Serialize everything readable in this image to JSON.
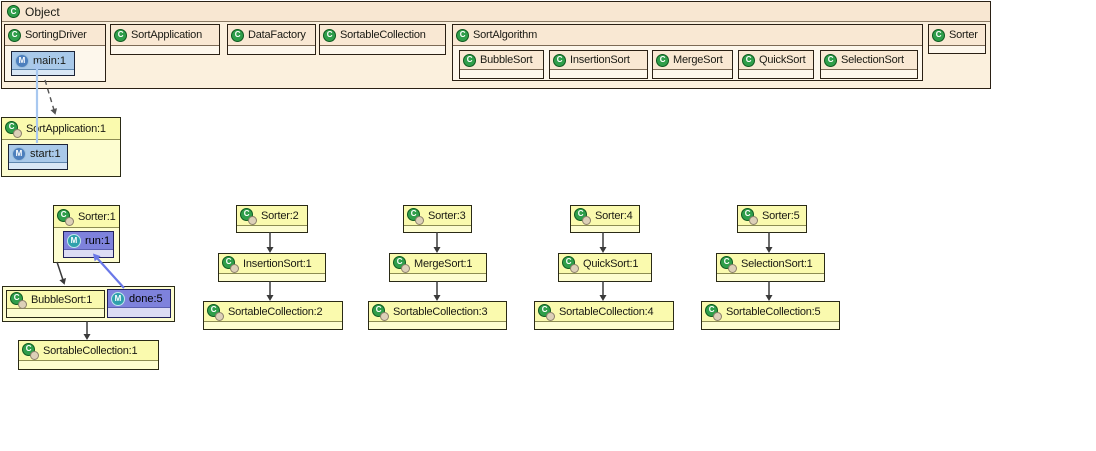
{
  "object_panel": {
    "title": "Object",
    "classes": [
      {
        "label": "SortingDriver",
        "methods": [
          {
            "label": "main:1"
          }
        ]
      },
      {
        "label": "SortApplication"
      },
      {
        "label": "DataFactory"
      },
      {
        "label": "SortableCollection"
      },
      {
        "label": "SortAlgorithm",
        "nested": [
          "BubbleSort",
          "InsertionSort",
          "MergeSort",
          "QuickSort",
          "SelectionSort"
        ]
      },
      {
        "label": "Sorter"
      }
    ]
  },
  "objects": {
    "sort_application": {
      "label": "SortApplication:1",
      "method": "start:1"
    },
    "sorter1": {
      "label": "Sorter:1",
      "method": "run:1"
    },
    "bubble_sort": {
      "label": "BubbleSort:1"
    },
    "done": {
      "label": "done:5"
    },
    "collection1": {
      "label": "SortableCollection:1"
    },
    "columns": [
      {
        "sorter": "Sorter:2",
        "algorithm": "InsertionSort:1",
        "collection": "SortableCollection:2"
      },
      {
        "sorter": "Sorter:3",
        "algorithm": "MergeSort:1",
        "collection": "SortableCollection:3"
      },
      {
        "sorter": "Sorter:4",
        "algorithm": "QuickSort:1",
        "collection": "SortableCollection:4"
      },
      {
        "sorter": "Sorter:5",
        "algorithm": "SelectionSort:1",
        "collection": "SortableCollection:5"
      }
    ]
  },
  "icons": {
    "class_letter": "C",
    "method_letter": "M"
  },
  "colors": {
    "panel_header": "#f8e7d2",
    "panel_body": "#fbf0dd",
    "object_box": "#fafaae",
    "method_selected_blue": "#a9c9e9",
    "method_active_purple": "#7e82dc",
    "class_icon_green": "#2f9e4a",
    "call_arrow_dark": "#3a3a3a",
    "call_arrow_violet": "#6a78e8",
    "return_arrow_blue": "#a8c8f0"
  }
}
